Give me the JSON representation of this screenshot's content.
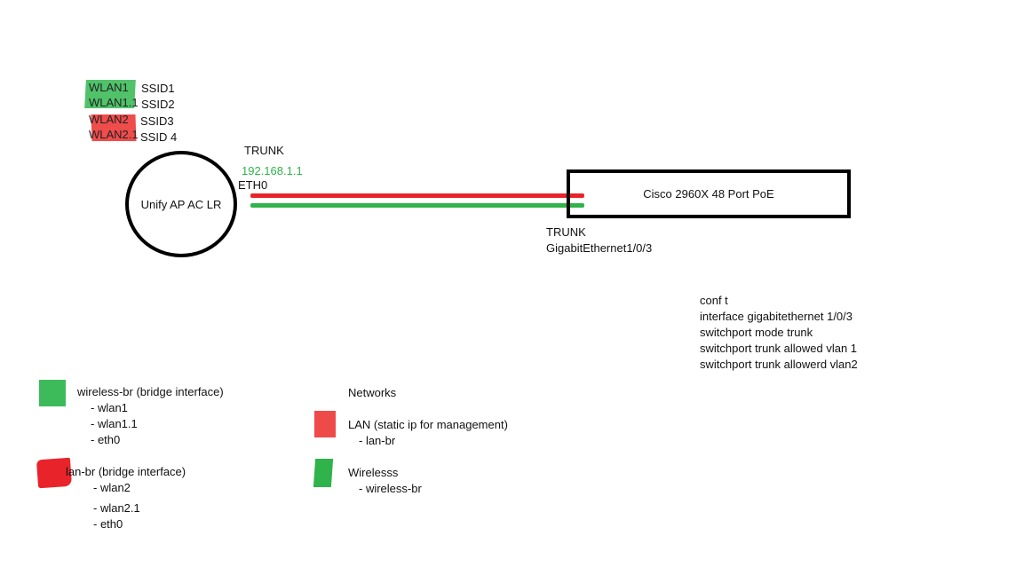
{
  "colors": {
    "lan": "#e8242a",
    "wireless": "#2fb34a",
    "box": "#000000"
  },
  "ssid_map": [
    {
      "wlan": "WLAN1",
      "ssid": "SSID1",
      "color": "green"
    },
    {
      "wlan": "WLAN1.1",
      "ssid": "SSID2",
      "color": "green"
    },
    {
      "wlan": "WLAN2",
      "ssid": "SSID3",
      "color": "red"
    },
    {
      "wlan": "WLAN2.1",
      "ssid": "SSID 4",
      "color": "red"
    }
  ],
  "ap": {
    "name": "Unify AP AC LR",
    "trunk_label": "TRUNK",
    "ip": "192.168.1.1",
    "port": "ETH0"
  },
  "switch": {
    "name": "Cisco 2960X 48 Port PoE",
    "trunk_label": "TRUNK",
    "port": "GigabitEthernet1/0/3"
  },
  "config": [
    "conf t",
    "interface gigabitethernet 1/0/3",
    "switchport mode trunk",
    "switchport trunk allowed vlan 1",
    "switchport trunk allowerd vlan2"
  ],
  "bridges": {
    "wireless": {
      "title": "wireless-br (bridge interface)",
      "members": [
        "- wlan1",
        "- wlan1.1",
        "- eth0"
      ]
    },
    "lan": {
      "title": "lan-br (bridge interface)",
      "members": [
        "- wlan2",
        "- wlan2.1",
        "- eth0"
      ]
    }
  },
  "networks": {
    "title": "Networks",
    "lan": {
      "title": "LAN (static ip for management)",
      "member": "- lan-br"
    },
    "wireless": {
      "title": "Wirelesss",
      "member": "- wireless-br"
    }
  }
}
